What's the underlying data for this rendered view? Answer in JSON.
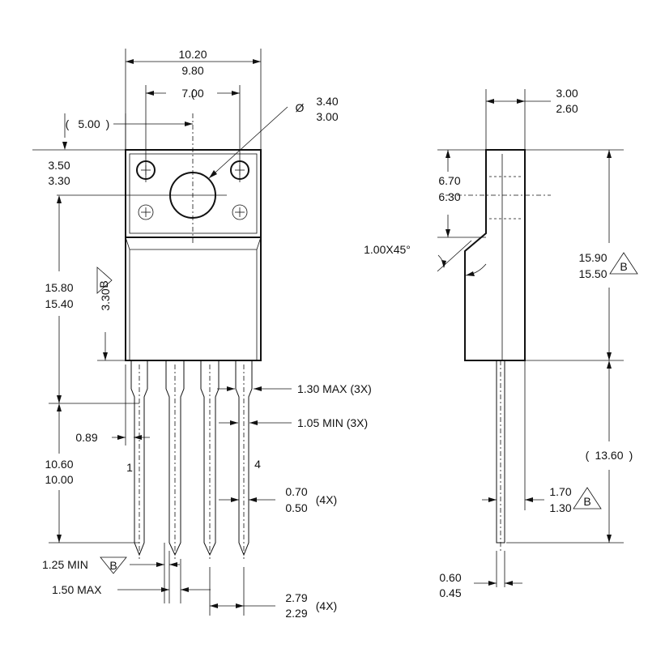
{
  "front_view": {
    "width_max": "10.20",
    "width_min": "9.80",
    "hole_spacing": "7.00",
    "half_width": "5.00",
    "hole_dia_max": "3.40",
    "hole_dia_min": "3.00",
    "hole_dia_symbol": "Ø",
    "hole_pos_max": "3.50",
    "hole_pos_min": "3.30",
    "body_len_max": "15.80",
    "body_len_min": "15.40",
    "ref_dim": "3.30",
    "datum": "B",
    "lead_offset": "0.89",
    "lead_len_max": "10.60",
    "lead_len_min": "10.00",
    "pin_first": "1",
    "pin_last": "4",
    "lead_width_a": "1.30 MAX (3X)",
    "lead_width_b": "1.05 MIN (3X)",
    "lead_thk_max": "0.70",
    "lead_thk_min": "0.50",
    "lead_thk_count": "(4X)",
    "pitch_max": "2.79",
    "pitch_min": "2.29",
    "pitch_count": "(4X)",
    "min_125": "1.25 MIN",
    "max_150": "1.50 MAX"
  },
  "side_view": {
    "thick_max": "3.00",
    "thick_min": "2.60",
    "tab_max": "6.70",
    "tab_min": "6.30",
    "chamfer": "1.00X45°",
    "body_len_max": "15.90",
    "body_len_min": "15.50",
    "datum": "B",
    "lead_ref": "13.60",
    "standoff_max": "1.70",
    "standoff_min": "1.30",
    "lead_thk_max": "0.60",
    "lead_thk_min": "0.45"
  }
}
